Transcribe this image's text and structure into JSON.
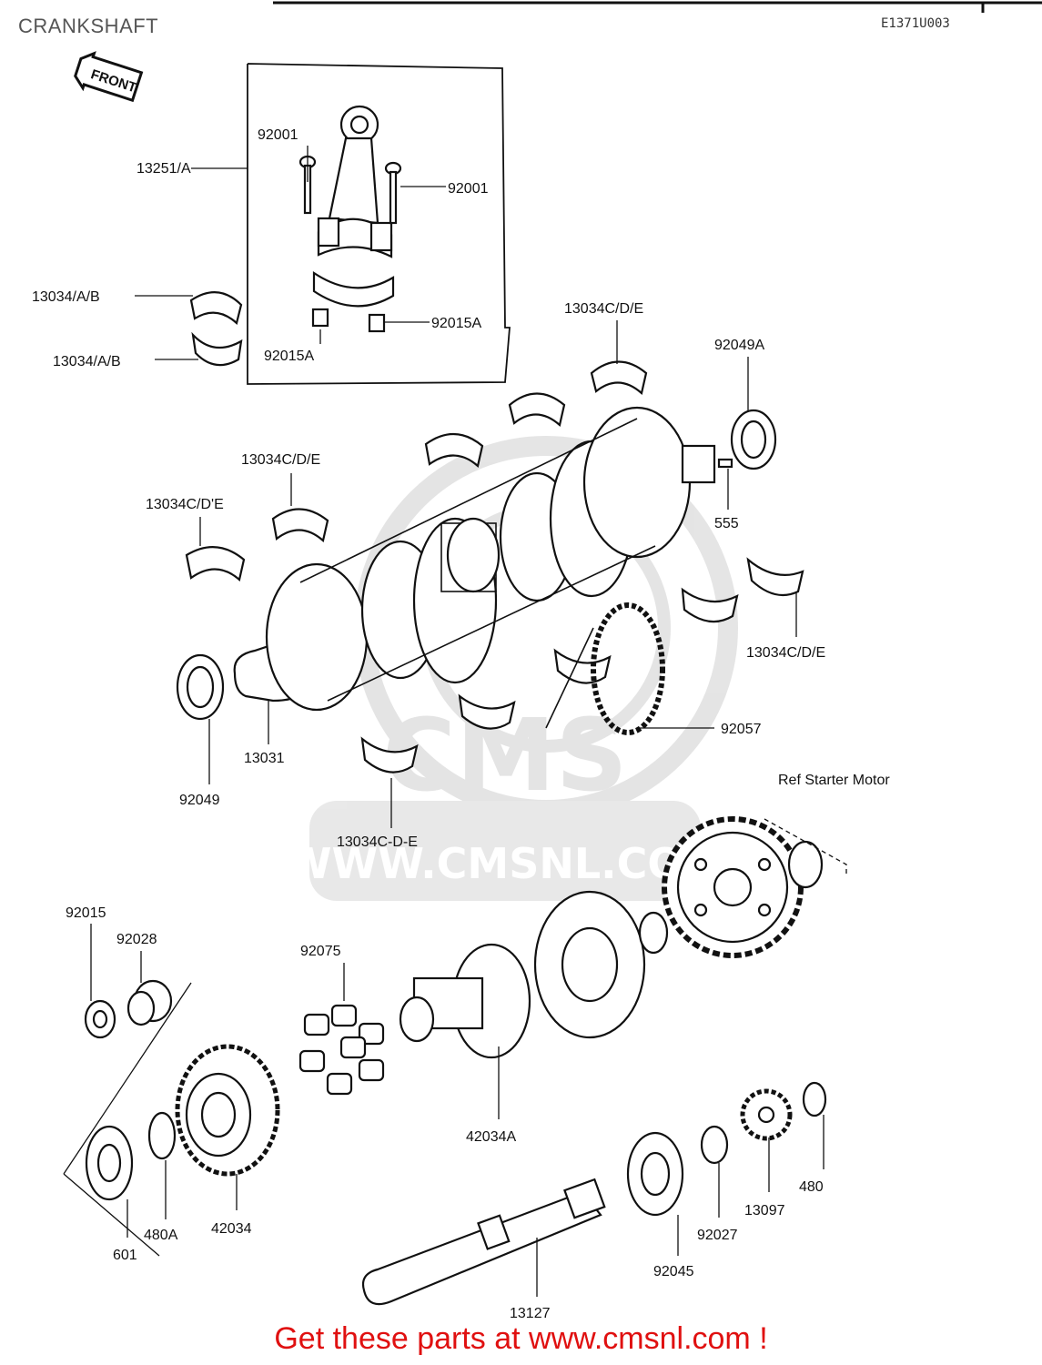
{
  "title": "CRANKSHAFT",
  "ref_code": "E1371U003",
  "front_badge": "FRONT",
  "ref_note": "Ref  Starter Motor",
  "watermark": {
    "logo": "CMS",
    "url": "WWW.CMSNL.COM"
  },
  "footer": "Get these parts at www.cmsnl.com !",
  "labels": {
    "p13251": "13251/A",
    "p92001a": "92001",
    "p92001b": "92001",
    "p13034ab1": "13034/A/B",
    "p13034ab2": "13034/A/B",
    "p92015a1": "92015A",
    "p92015a2": "92015A",
    "p13034cde_top": "13034C/D/E",
    "p92049a": "92049A",
    "p13034cde_mid": "13034C/D/E",
    "p13034cde_left": "13034C/D'E",
    "p555": "555",
    "p13034cde_right": "13034C/D/E",
    "p92057": "92057",
    "p13031": "13031",
    "p92049": "92049",
    "p13034cde_bottom": "13034C-D-E",
    "p92015": "92015",
    "p92028": "92028",
    "p92075": "92075",
    "p42034a": "42034A",
    "p480": "480",
    "p13097": "13097",
    "p92027": "92027",
    "p92045": "92045",
    "p601": "601",
    "p480a": "480A",
    "p42034": "42034",
    "p13127": "13127"
  }
}
